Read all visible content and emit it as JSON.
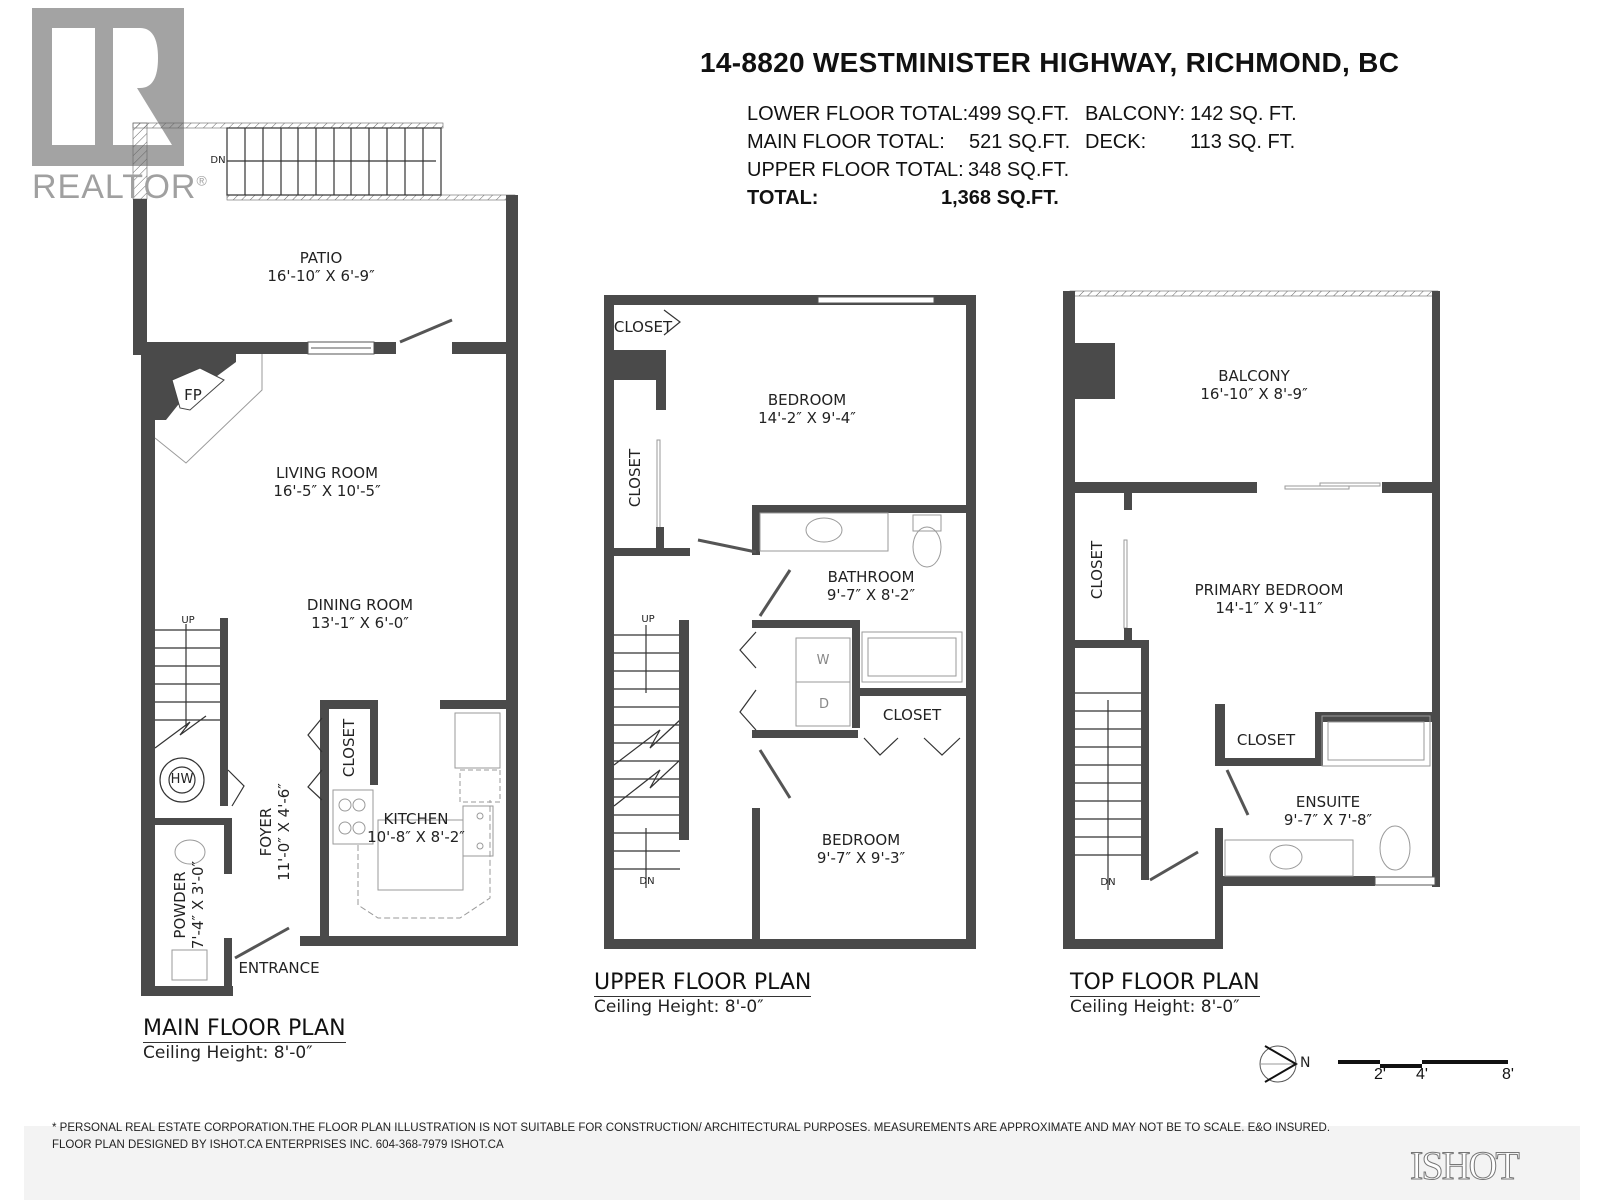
{
  "header": {
    "address": "14-8820 WESTMINISTER HIGHWAY, RICHMOND, BC",
    "totals": [
      {
        "label": "LOWER FLOOR TOTAL:",
        "value": "499 SQ.FT."
      },
      {
        "label": "MAIN FLOOR TOTAL:",
        "value": "521 SQ.FT."
      },
      {
        "label": "UPPER FLOOR TOTAL:",
        "value": "348 SQ.FT."
      },
      {
        "label": "TOTAL:",
        "value": "1,368 SQ.FT."
      }
    ],
    "extras": [
      {
        "label": "BALCONY:",
        "value": "142 SQ. FT."
      },
      {
        "label": "DECK:",
        "value": "113 SQ. FT."
      }
    ]
  },
  "logo": {
    "realtor": "REALTOR",
    "realtor_mark": "®",
    "ishot": "ISHOT"
  },
  "main_floor": {
    "title": "MAIN FLOOR PLAN",
    "ceiling": "Ceiling Height: 8'-0″",
    "rooms": {
      "patio": {
        "name": "PATIO",
        "dims": "16'-10″ X 6'-9″"
      },
      "living": {
        "name": "LIVING ROOM",
        "dims": "16'-5″ X 10'-5″"
      },
      "dining": {
        "name": "DINING ROOM",
        "dims": "13'-1″ X 6'-0″"
      },
      "kitchen": {
        "name": "KITCHEN",
        "dims": "10'-8″ X 8'-2″"
      },
      "foyer": {
        "name": "FOYER",
        "dims": "11'-0″ X 4'-6″"
      },
      "powder": {
        "name": "POWDER",
        "dims": "7'-4″ X 3'-0″"
      },
      "closet": {
        "name": "CLOSET"
      }
    },
    "symbols": {
      "fireplace": "FP",
      "hot_water": "HW",
      "stairs_dn": "DN",
      "stairs_up": "UP",
      "entrance": "ENTRANCE"
    }
  },
  "upper_floor": {
    "title": "UPPER FLOOR PLAN",
    "ceiling": "Ceiling Height: 8'-0″",
    "rooms": {
      "bedroom1": {
        "name": "BEDROOM",
        "dims": "14'-2″ X 9'-4″"
      },
      "bathroom": {
        "name": "BATHROOM",
        "dims": "9'-7″ X 8'-2″"
      },
      "bedroom2": {
        "name": "BEDROOM",
        "dims": "9'-7″ X 9'-3″"
      },
      "closet_top": {
        "name": "CLOSET"
      },
      "closet_side": {
        "name": "CLOSET"
      },
      "closet_mid": {
        "name": "CLOSET"
      }
    },
    "symbols": {
      "washer": "W",
      "dryer": "D",
      "stairs_up": "UP",
      "stairs_dn": "DN"
    }
  },
  "top_floor": {
    "title": "TOP FLOOR PLAN",
    "ceiling": "Ceiling Height: 8'-0″",
    "rooms": {
      "balcony": {
        "name": "BALCONY",
        "dims": "16'-10″ X 8'-9″"
      },
      "primary": {
        "name": "PRIMARY BEDROOM",
        "dims": "14'-1″ X 9'-11″"
      },
      "ensuite": {
        "name": "ENSUITE",
        "dims": "9'-7″ X 7'-8″"
      },
      "closet_side": {
        "name": "CLOSET"
      },
      "closet_ensuite": {
        "name": "CLOSET"
      }
    },
    "symbols": {
      "stairs_dn": "DN"
    }
  },
  "legend": {
    "north": "N",
    "scale_ticks": [
      "2'",
      "4'",
      "8'"
    ]
  },
  "footer": {
    "disclaimer": "* PERSONAL REAL ESTATE CORPORATION.THE FLOOR PLAN ILLUSTRATION IS NOT SUITABLE FOR CONSTRUCTION/ ARCHITECTURAL PURPOSES. MEASUREMENTS ARE APPROXIMATE AND MAY NOT BE TO SCALE. E&O INSURED.",
    "credit": "FLOOR PLAN DESIGNED BY ISHOT.CA ENTERPRISES INC. 604-368-7979  ISHOT.CA"
  }
}
